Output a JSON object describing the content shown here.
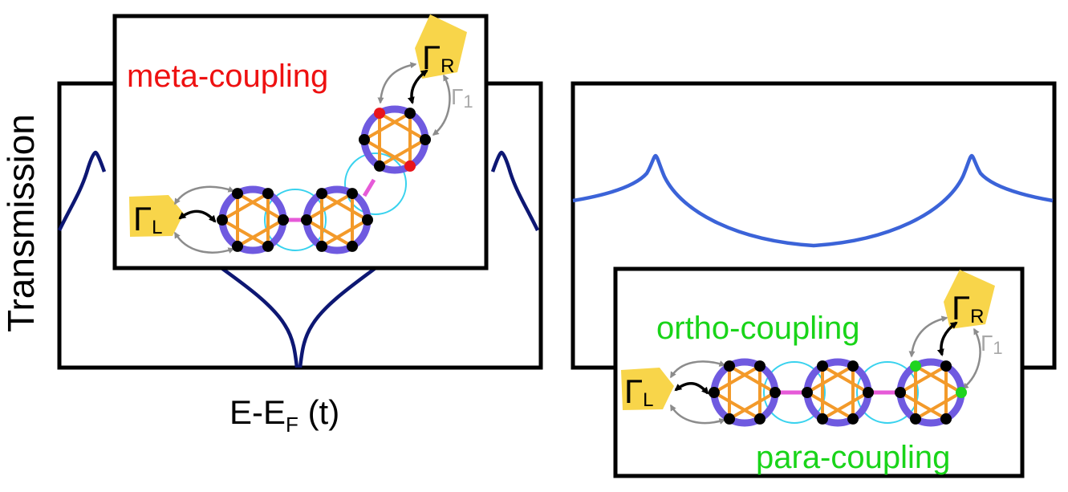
{
  "left_panel": {
    "ylabel": "Transmission",
    "xlabel_main": "E-E",
    "xlabel_sub": "F",
    "xlabel_unit": " (t)",
    "curve_color": "#0d1773",
    "inset": {
      "label": "meta-coupling",
      "label_color": "#ee1111",
      "gamma_left": "Γ",
      "gamma_left_sub": "L",
      "gamma_right": "Γ",
      "gamma_right_sub": "R",
      "gamma_1": "Γ",
      "gamma_1_sub": "1",
      "site_color": "#e8141c"
    }
  },
  "right_panel": {
    "curve_color": "#3b63d8",
    "inset": {
      "label_top": "ortho-coupling",
      "label_bottom": "para-coupling",
      "label_color": "#19d419",
      "gamma_left": "Γ",
      "gamma_left_sub": "L",
      "gamma_right": "Γ",
      "gamma_right_sub": "R",
      "gamma_1": "Γ",
      "gamma_1_sub": "1",
      "site_color": "#1ed41e"
    }
  },
  "colors": {
    "ring": "#6f5ae0",
    "hexagram": "#f39a2a",
    "link": "#e65ad8",
    "overlap": "#38d2ee",
    "atom": "#000000",
    "gamma_box": "#f8d54a",
    "arrow_gray": "#8c8c8c",
    "gamma1_text": "#a8a8a8"
  }
}
